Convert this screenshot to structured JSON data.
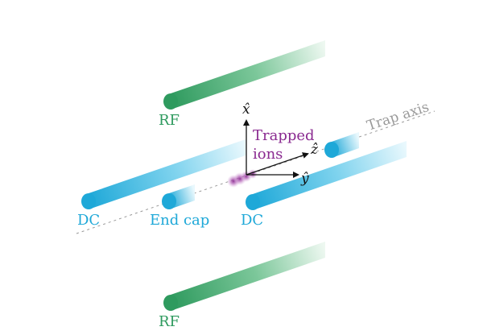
{
  "labels": {
    "rf_top": "RF",
    "rf_bottom": "RF",
    "dc_left": "DC",
    "dc_right": "DC",
    "end_cap": "End cap",
    "trapped_line1": "Trapped",
    "trapped_line2": "ions",
    "trap_axis": "Trap axis",
    "axis_x": "x̂",
    "axis_y": "ŷ",
    "axis_z": "ẑ"
  },
  "colors": {
    "rf": "#2e9a5e",
    "dc": "#1ea8d8",
    "ions": "#8a2a90",
    "axis": "#9a9a9a",
    "arrows": "#111111"
  }
}
